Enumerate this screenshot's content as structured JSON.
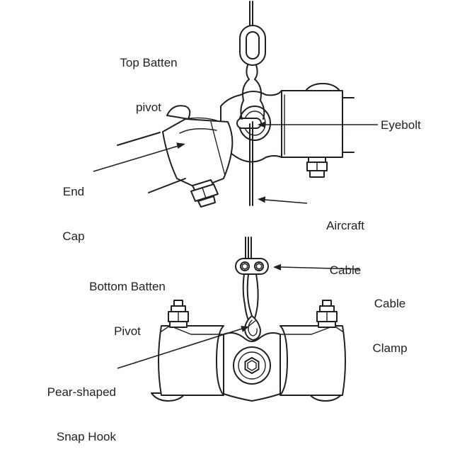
{
  "labels": {
    "top_batten_pivot": [
      "Top Batten",
      "pivot"
    ],
    "eyebolt": "Eyebolt",
    "end_cap": [
      "End",
      "Cap"
    ],
    "aircraft_cable": [
      "Aircraft",
      "Cable"
    ],
    "bottom_batten_pivot": [
      "Bottom Batten",
      "Pivot"
    ],
    "cable_clamp": [
      "Cable",
      "Clamp"
    ],
    "pear_shaped_snap_hook": [
      "Pear-shaped",
      "Snap Hook"
    ]
  },
  "colors": {
    "ink": "#231f20",
    "background": "#ffffff"
  }
}
